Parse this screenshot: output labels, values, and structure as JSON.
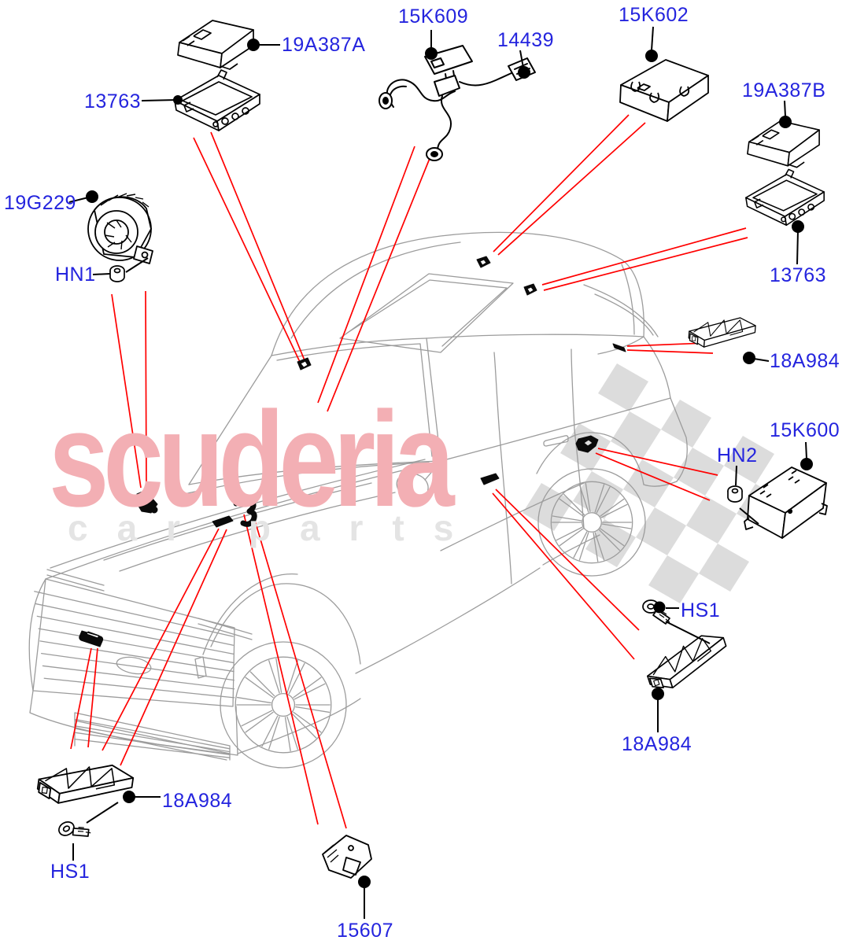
{
  "watermark": {
    "brand": "scuderia",
    "tagline": "car parts",
    "brand_color": "#f3afb4",
    "tagline_color": "#e4e4e4"
  },
  "colors": {
    "callout_text": "#2424de",
    "locator_line": "#ff0000",
    "leader_line": "#000000",
    "vehicle_line": "#9c9c9c",
    "flag_gray": "#dcdcdc",
    "background": "#ffffff"
  },
  "callouts": [
    {
      "text": "19A387A"
    },
    {
      "text": "13763"
    },
    {
      "text": "15K609"
    },
    {
      "text": "14439"
    },
    {
      "text": "15K602"
    },
    {
      "text": "19A387B"
    },
    {
      "text": "13763"
    },
    {
      "text": "19G229"
    },
    {
      "text": "HN1"
    },
    {
      "text": "18A984"
    },
    {
      "text": "15K600"
    },
    {
      "text": "HN2"
    },
    {
      "text": "HS1"
    },
    {
      "text": "18A984"
    },
    {
      "text": "18A984"
    },
    {
      "text": "HS1"
    },
    {
      "text": "15607"
    }
  ]
}
